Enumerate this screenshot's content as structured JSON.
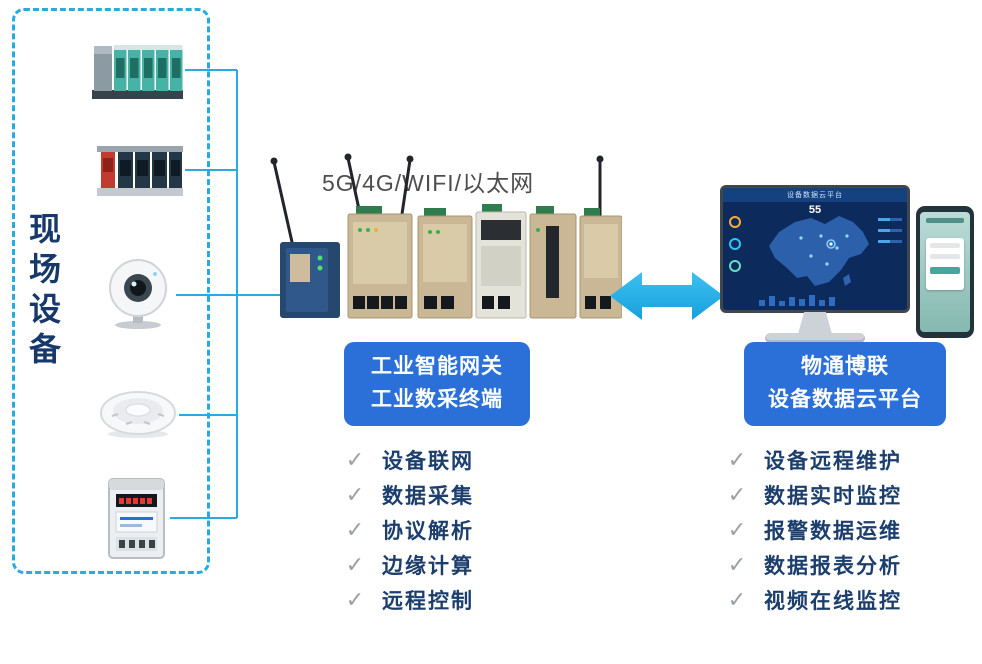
{
  "glyphs": {
    "check": "✓"
  },
  "colors": {
    "dashed_border": "#29abe2",
    "connector": "#29abe2",
    "title_box_blue": "#2a70d8",
    "feature_text": "#1c3e6d",
    "check_gray": "#9aa0a6",
    "arrow_blue": "#29b3e8",
    "gateway_tan": "#c9b795",
    "dashboard_navy": "#0c2a5c"
  },
  "field_devices": {
    "label": "现场设备",
    "items": [
      "plc-rack-teal",
      "plc-rack-dark",
      "ip-camera",
      "smoke-detector",
      "energy-meter"
    ]
  },
  "gateway_section": {
    "network_label": "5G/4G/WIFI/以太网",
    "title_line1": "工业智能网关",
    "title_line2": "工业数采终端",
    "features": [
      "设备联网",
      "数据采集",
      "协议解析",
      "边缘计算",
      "远程控制"
    ]
  },
  "cloud_section": {
    "title_line1": "物通博联",
    "title_line2": "设备数据云平台",
    "features": [
      "设备远程维护",
      "数据实时监控",
      "报警数据运维",
      "数据报表分析",
      "视频在线监控"
    ],
    "monitor": {
      "alarm_value": "55"
    }
  }
}
